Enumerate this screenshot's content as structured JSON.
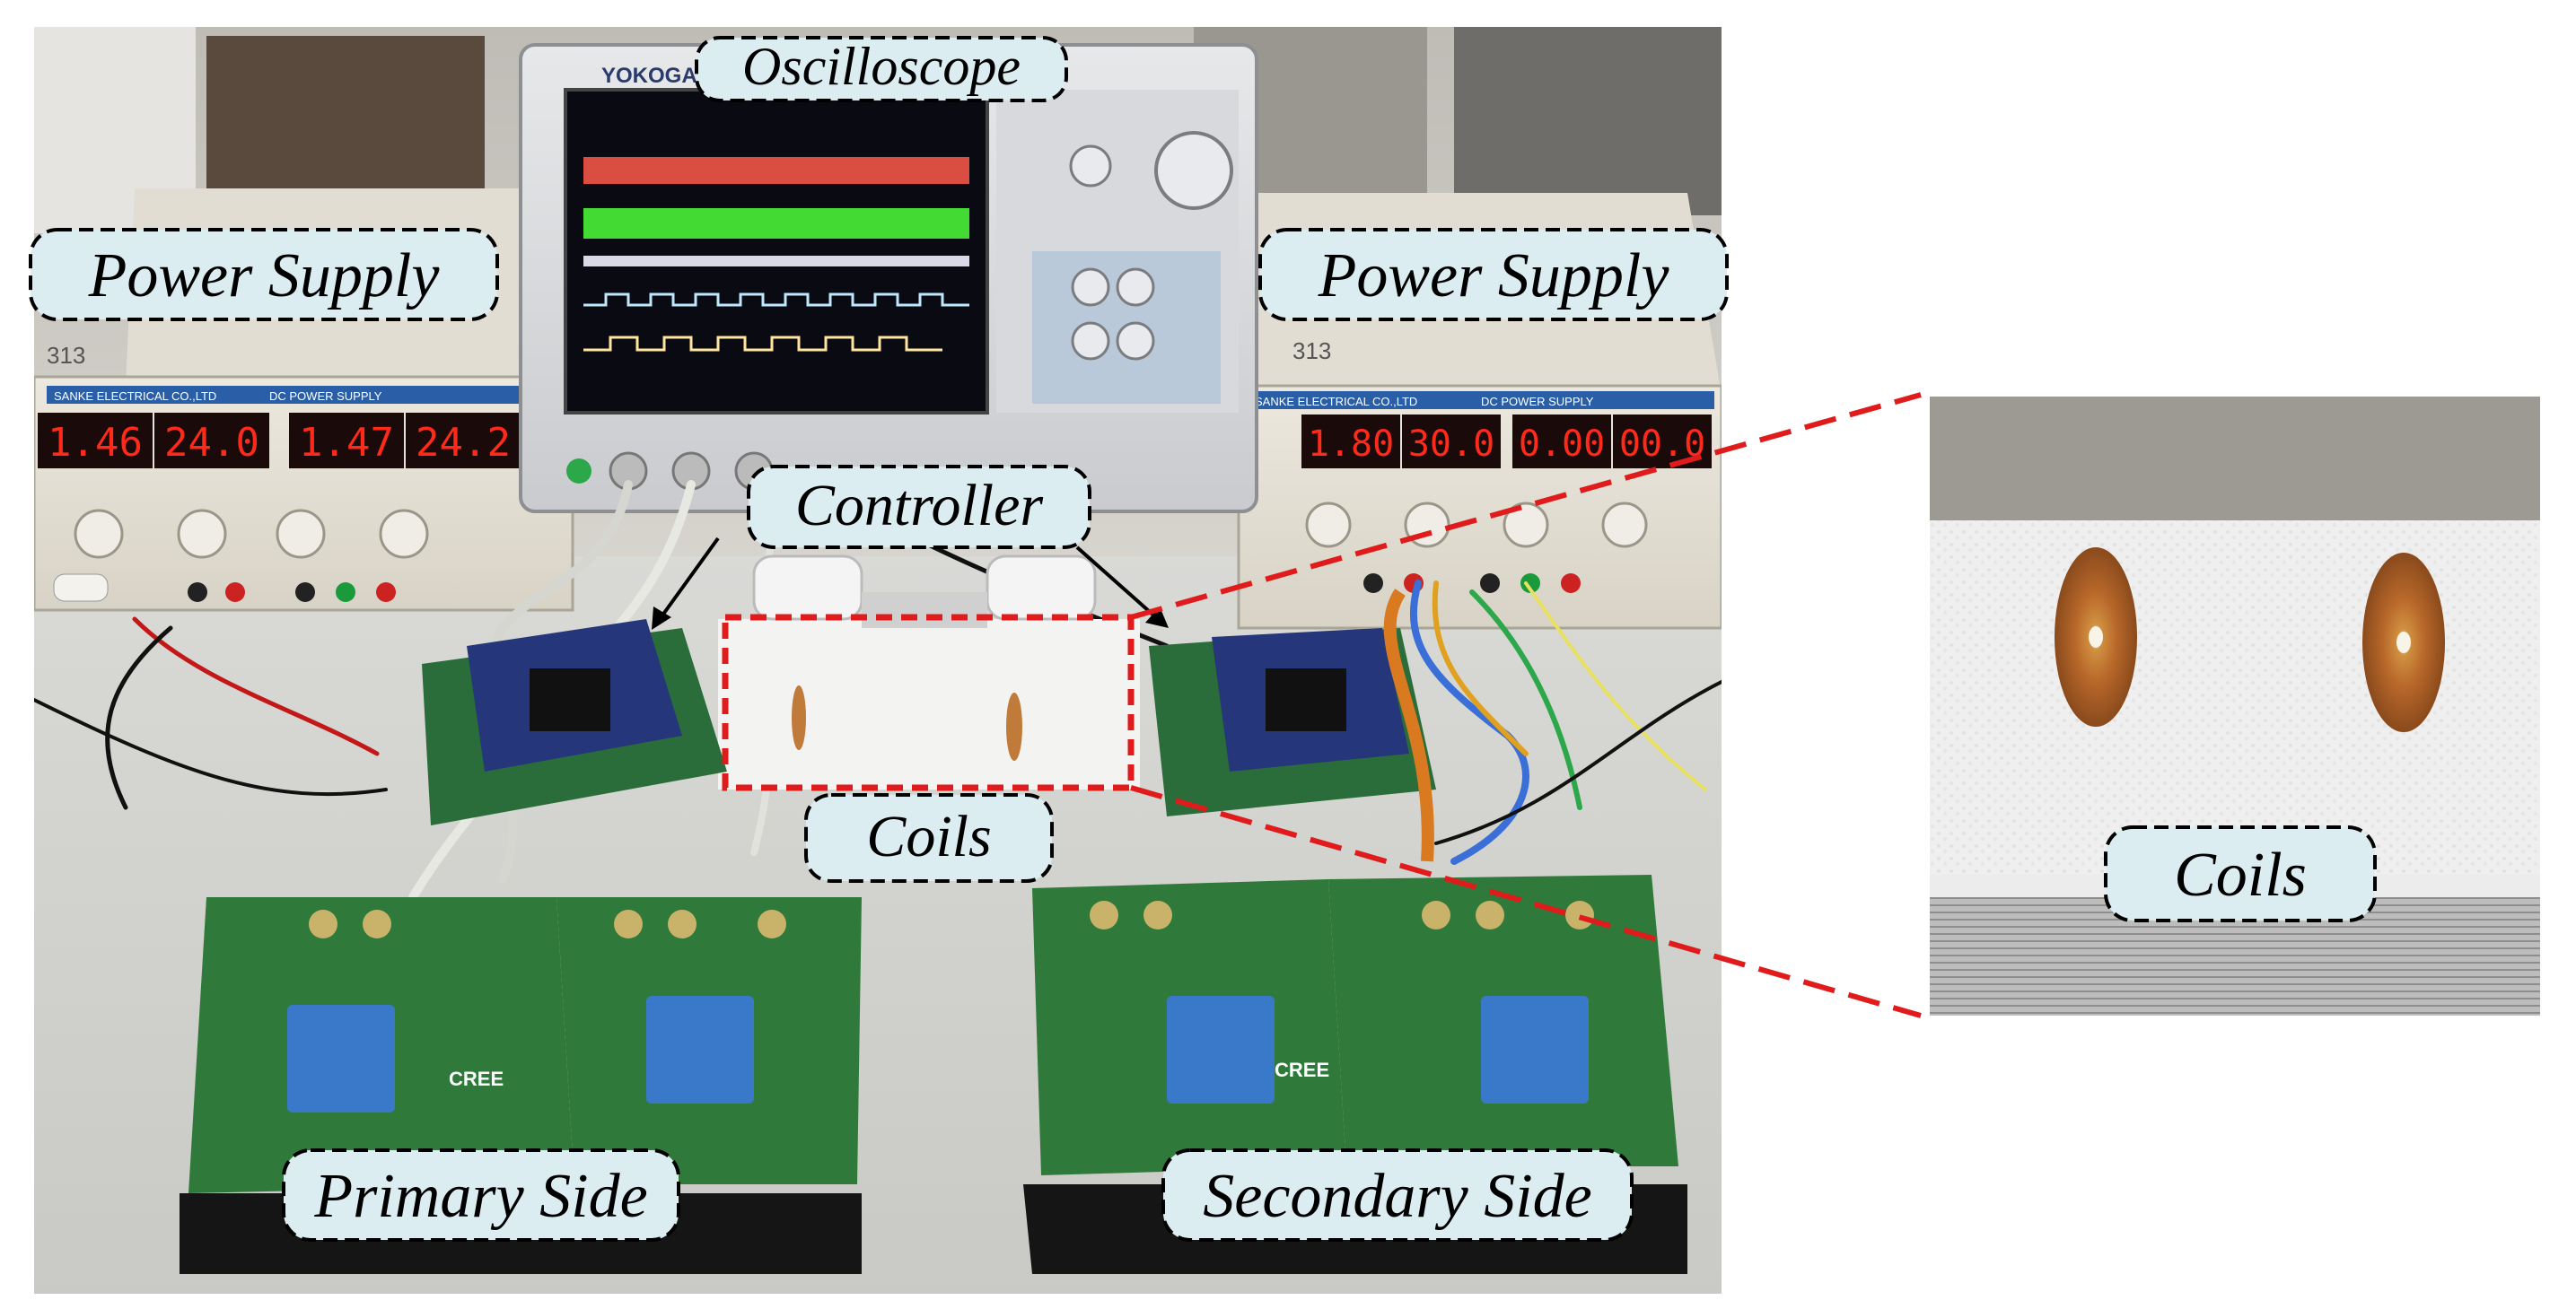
{
  "labels": {
    "oscilloscope": "Oscilloscope",
    "power_supply_left": "Power Supply",
    "power_supply_right": "Power Supply",
    "controller": "Controller",
    "coils_main": "Coils",
    "coils_inset": "Coils",
    "primary_side": "Primary Side",
    "secondary_side": "Secondary Side"
  },
  "power_supply_left": {
    "brand": "SANKE ELECTRICAL CO.,LTD",
    "type": "DC POWER SUPPLY",
    "displays": [
      "1.46",
      "24.0",
      "1.47",
      "24.2"
    ],
    "tag": "313"
  },
  "power_supply_right": {
    "brand": "SANKE ELECTRICAL CO.,LTD",
    "type": "DC POWER SUPPLY",
    "displays": [
      "1.80",
      "30.0",
      "0.00",
      "00.0"
    ],
    "tag": "313"
  },
  "oscilloscope": {
    "brand": "YOKOGAWA"
  },
  "boards": {
    "brand": "CREE"
  },
  "colors": {
    "label_fill": "#dcedf2",
    "zoom_line": "#e01b1b",
    "pcb_green": "#2f7a3a",
    "seven_segment": "#ff2a1a",
    "trace_red": "#ff5a4a",
    "trace_green": "#4cff3a"
  }
}
